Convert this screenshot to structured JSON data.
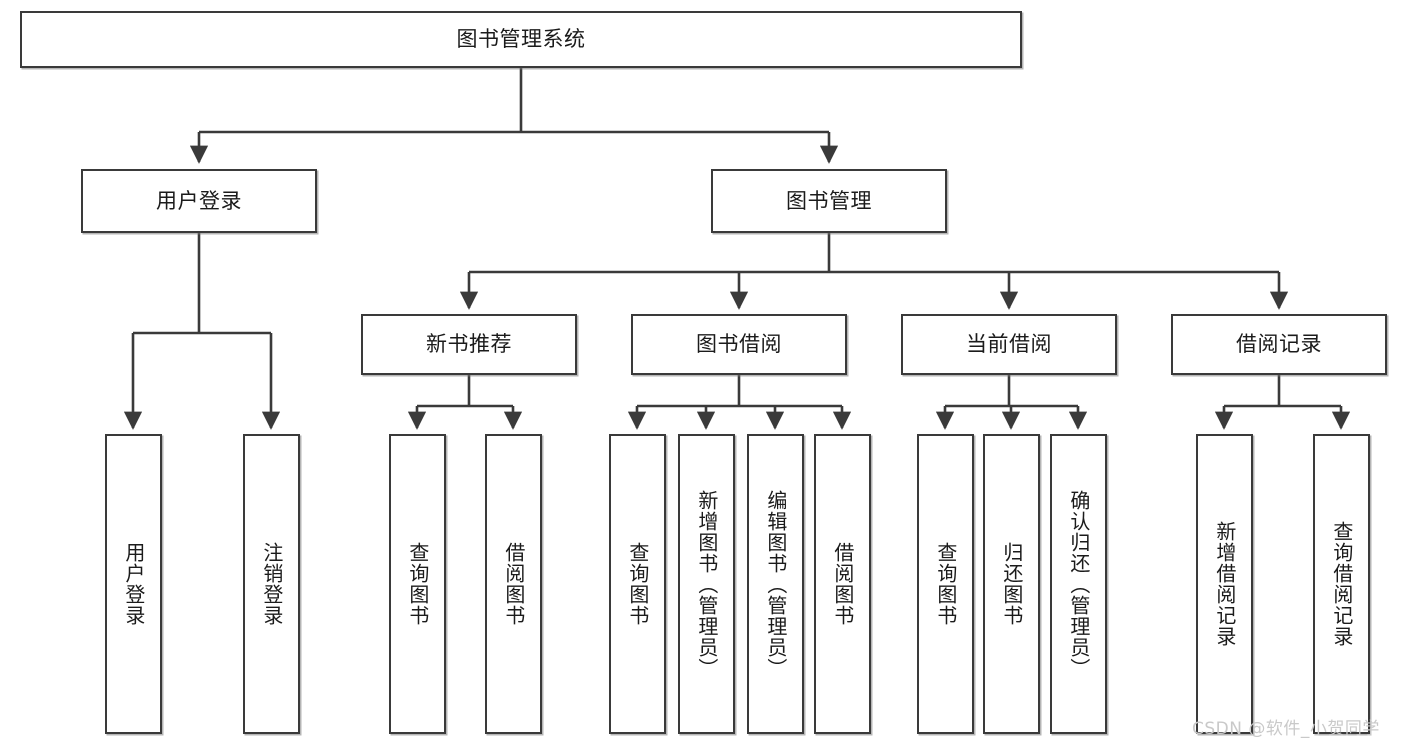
{
  "diagram": {
    "type": "tree-hierarchy",
    "title": "图书管理系统",
    "orientation": "top-down",
    "colors": {
      "node_border": "#3a3a3a",
      "node_fill": "#ffffff",
      "edge": "#3a3a3a",
      "text": "#1b1b1b",
      "watermark": "#c9c9c9",
      "background": "#ffffff"
    }
  },
  "root": {
    "label": "图书管理系统"
  },
  "level2": [
    {
      "label": "用户登录"
    },
    {
      "label": "图书管理"
    }
  ],
  "level3": [
    {
      "label": "新书推荐"
    },
    {
      "label": "图书借阅"
    },
    {
      "label": "当前借阅"
    },
    {
      "label": "借阅记录"
    }
  ],
  "leaves": {
    "user_login": [
      {
        "label": "用户登录"
      },
      {
        "label": "注销登录"
      }
    ],
    "new_book": [
      {
        "label": "查询图书"
      },
      {
        "label": "借阅图书"
      }
    ],
    "book_borrow": [
      {
        "label": "查询图书"
      },
      {
        "label": "新增图书（管理员）"
      },
      {
        "label": "编辑图书（管理员）"
      },
      {
        "label": "借阅图书"
      }
    ],
    "current_borrow": [
      {
        "label": "查询图书"
      },
      {
        "label": "归还图书"
      },
      {
        "label": "确认归还（管理员）"
      }
    ],
    "borrow_record": [
      {
        "label": "新增借阅记录"
      },
      {
        "label": "查询借阅记录"
      }
    ]
  },
  "watermark": {
    "text": "CSDN @软件_小贺同学"
  }
}
